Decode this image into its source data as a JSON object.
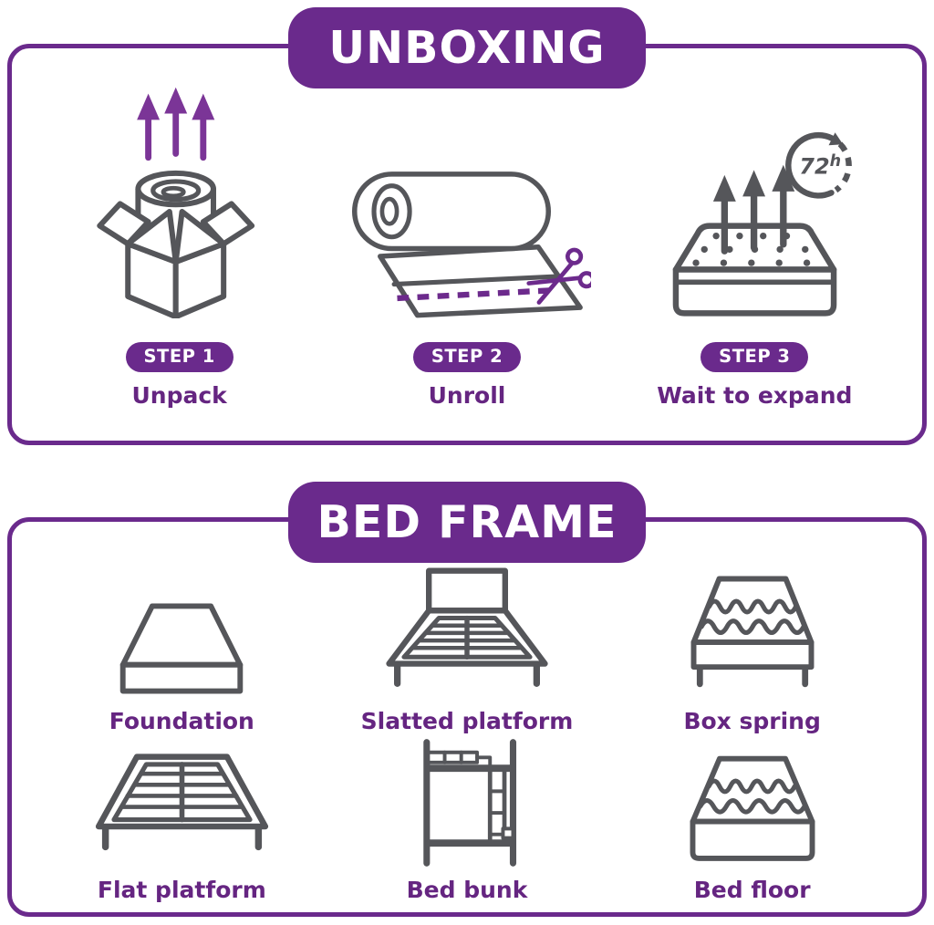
{
  "colors": {
    "purple_primary": "#6a2a8c",
    "purple_text": "#652581",
    "purple_arrow": "#7b3597",
    "icon_gray": "#55565a",
    "background": "#ffffff"
  },
  "sections": [
    {
      "id": "unboxing",
      "title": "UNBOXING",
      "steps": [
        {
          "badge": "STEP 1",
          "label": "Unpack",
          "icon": "unpack-box-icon"
        },
        {
          "badge": "STEP 2",
          "label": "Unroll",
          "icon": "unroll-mattress-icon"
        },
        {
          "badge": "STEP 3",
          "label": "Wait to expand",
          "icon": "mattress-expand-icon",
          "duration_value": "72",
          "duration_unit": "h"
        }
      ]
    },
    {
      "id": "bed-frame",
      "title": "BED FRAME",
      "items": [
        {
          "label": "Foundation",
          "icon": "foundation-icon"
        },
        {
          "label": "Slatted platform",
          "icon": "slatted-platform-icon"
        },
        {
          "label": "Box spring",
          "icon": "box-spring-icon"
        },
        {
          "label": "Flat platform",
          "icon": "flat-platform-icon"
        },
        {
          "label": "Bed bunk",
          "icon": "bunk-bed-icon"
        },
        {
          "label": "Bed floor",
          "icon": "bed-floor-icon"
        }
      ]
    }
  ]
}
